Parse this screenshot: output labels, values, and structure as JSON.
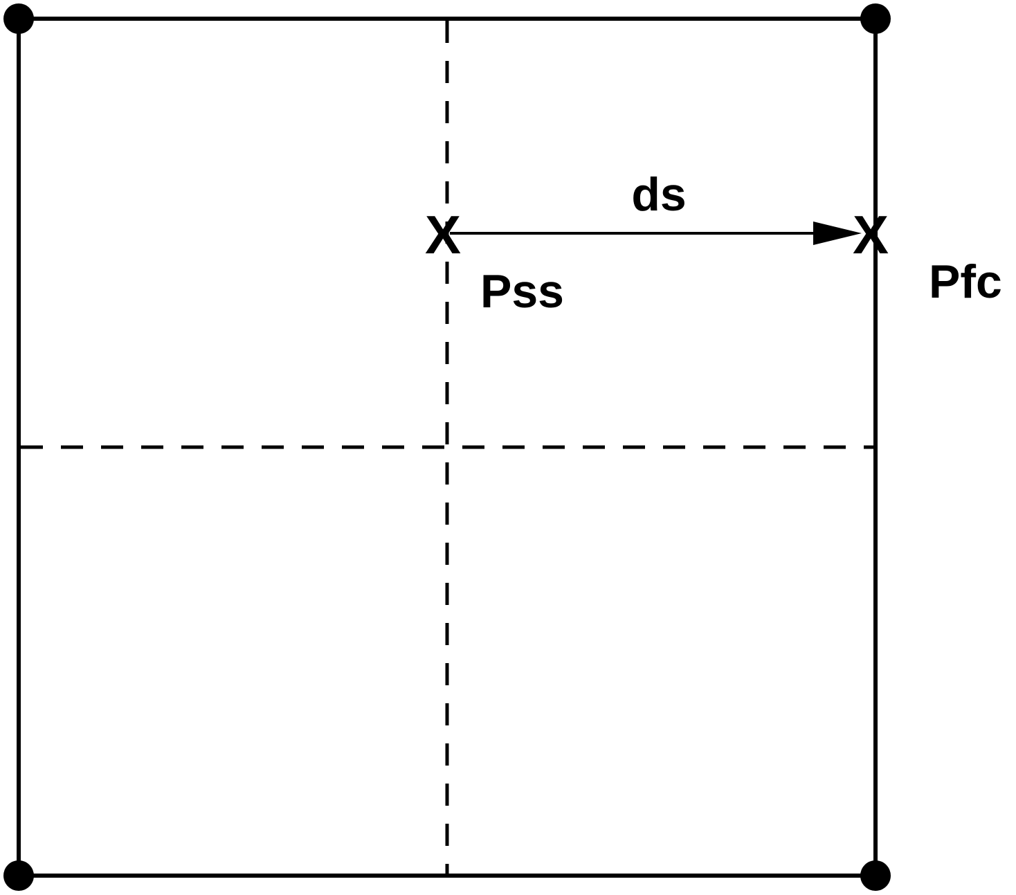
{
  "labels": {
    "displacement": "ds",
    "start_point": "Pss",
    "end_point": "Pfc",
    "start_marker": "X",
    "end_marker": "X"
  },
  "colors": {
    "stroke": "#000000",
    "background": "#ffffff"
  }
}
